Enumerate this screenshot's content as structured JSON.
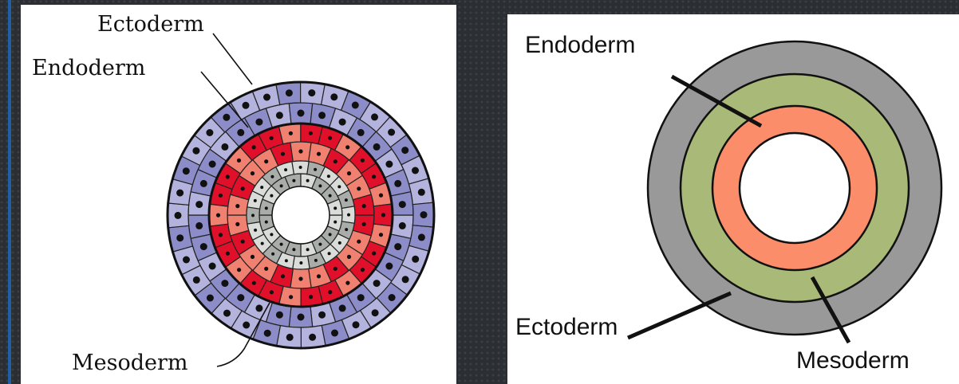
{
  "left_diagram": {
    "labels": {
      "ectoderm": "Ectoderm",
      "endoderm": "Endoderm",
      "mesoderm": "Mesoderm"
    },
    "colors": {
      "ectoderm_cells": "#8c8cc9",
      "ectoderm_cells_light": "#b3b3de",
      "mesoderm_cells": "#f08070",
      "mesoderm_cells_dark": "#e0102a",
      "endoderm_cells": "#a9ada9",
      "endoderm_cells_light": "#d9dcd9"
    }
  },
  "right_diagram": {
    "labels": {
      "endoderm": "Endoderm",
      "ectoderm": "Ectoderm",
      "mesoderm": "Mesoderm"
    },
    "colors": {
      "ectoderm": "#999999",
      "mesoderm": "#a9b978",
      "endoderm": "#fb8d6b"
    }
  }
}
